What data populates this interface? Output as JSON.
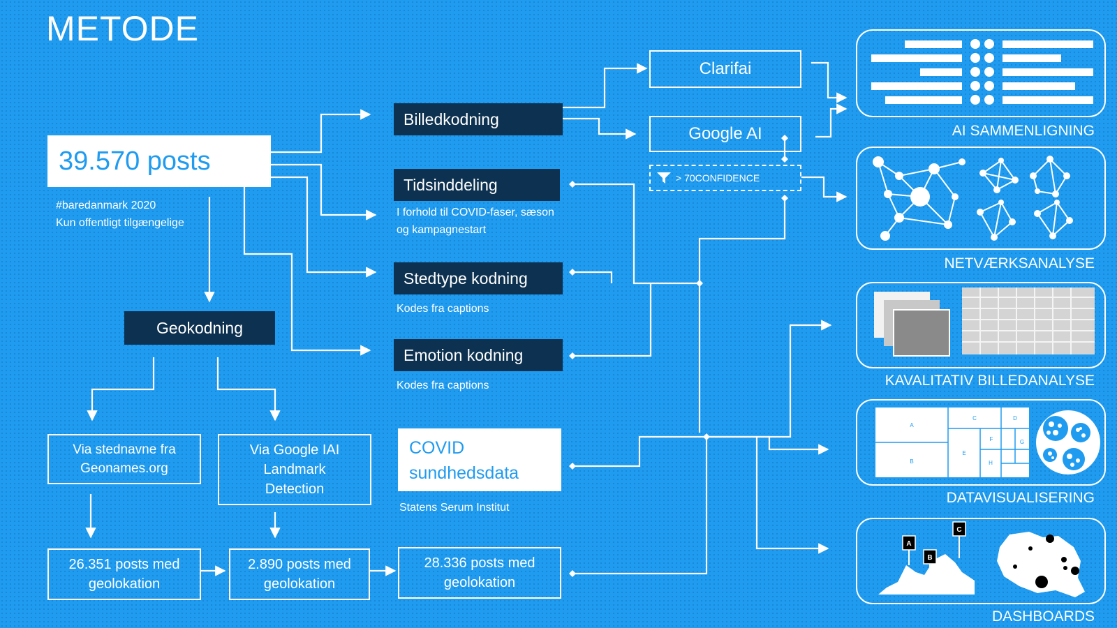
{
  "title": "METODE",
  "source": {
    "count": "39.570 posts",
    "hashtag": "#baredanmark  2020",
    "note": "Kun offentligt tilgængelige"
  },
  "geocoding": {
    "label": "Geokodning",
    "via_names": "Via stednavne fra Geonames.org",
    "via_google": "Via Google IAI Landmark Detection",
    "result_names": "26.351 posts med geolokation",
    "result_google": "2.890 posts med geolokation",
    "result_total": "28.336 posts med geolokation"
  },
  "coding": {
    "image": "Billedkodning",
    "time": "Tidsinddeling",
    "time_note": "I forhold til COVID-faser, sæson og kampagnestart",
    "place": "Stedtype kodning",
    "place_note": "Kodes fra captions",
    "emotion": "Emotion kodning",
    "emotion_note": "Kodes fra captions"
  },
  "covid": {
    "label": "COVID sundhedsdata",
    "source": "Statens Serum Institut"
  },
  "ai": {
    "clarifai": "Clarifai",
    "google": "Google AI",
    "filter": "> 70CONFIDENCE"
  },
  "analyses": [
    {
      "label": "AI SAMMENLIGNING",
      "icon": "comparison-icon"
    },
    {
      "label": "NETVÆRKSANALYSE",
      "icon": "network-icon"
    },
    {
      "label": "KAVALITATIV BILLEDANALYSE",
      "icon": "image-grid-icon"
    },
    {
      "label": "DATAVISUALISERING",
      "icon": "treemap-icon"
    },
    {
      "label": "DASHBOARDS",
      "icon": "dashboard-icon"
    }
  ],
  "treemap_letters": [
    "A",
    "B",
    "C",
    "D",
    "E",
    "F",
    "G",
    "H"
  ],
  "dashboard_markers": [
    "A",
    "B",
    "C"
  ],
  "colors": {
    "background": "#1f9bf0",
    "dark_box": "#0d3150",
    "lines": "#ffffff"
  }
}
